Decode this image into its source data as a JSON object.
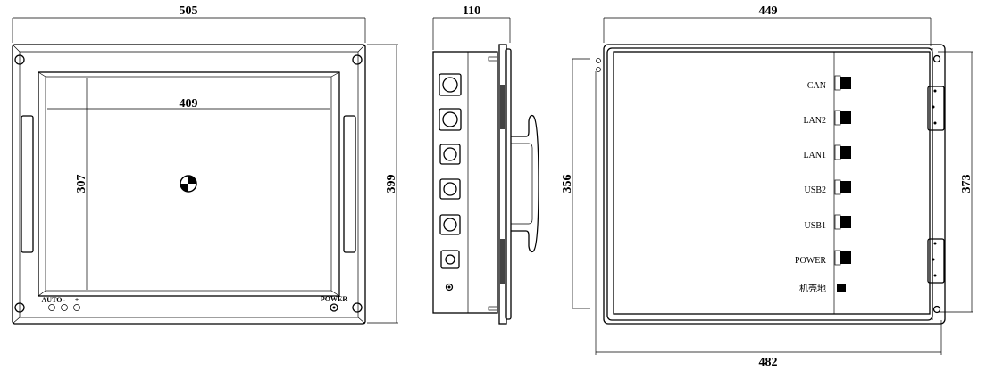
{
  "front_view": {
    "dim_width": "505",
    "dim_height": "399",
    "dim_screen_width": "409",
    "dim_screen_height": "307",
    "buttons": [
      "AUTO",
      "-",
      "+"
    ],
    "power_label": "POWER"
  },
  "side_view": {
    "dim_depth": "110",
    "dim_height": "356"
  },
  "rear_view": {
    "dim_inner_width": "449",
    "dim_outer_width": "482",
    "dim_height": "373",
    "ports": [
      "CAN",
      "LAN2",
      "LAN1",
      "USB2",
      "USB1",
      "POWER"
    ],
    "ground_label": "机壳地"
  }
}
